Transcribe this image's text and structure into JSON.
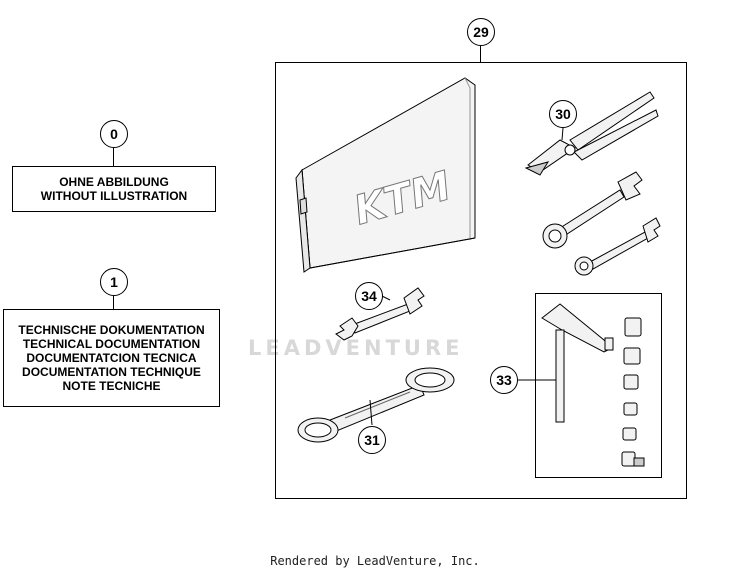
{
  "callouts": {
    "c0": "0",
    "c1": "1",
    "c29": "29",
    "c30": "30",
    "c31": "31",
    "c33": "33",
    "c34": "34"
  },
  "label_no_illustration": {
    "line1": "OHNE ABBILDUNG",
    "line2": "WITHOUT ILLUSTRATION"
  },
  "label_documentation": {
    "line1": "TECHNISCHE DOKUMENTATION",
    "line2": "TECHNICAL DOCUMENTATION",
    "line3": "DOCUMENTATCION TECNICA",
    "line4": "DOCUMENTATION TECHNIQUE",
    "line5": "NOTE TECNICHE"
  },
  "pouch_logo": "KTM",
  "watermark": "LEADVENTURE",
  "footer": "Rendered by LeadVenture, Inc."
}
